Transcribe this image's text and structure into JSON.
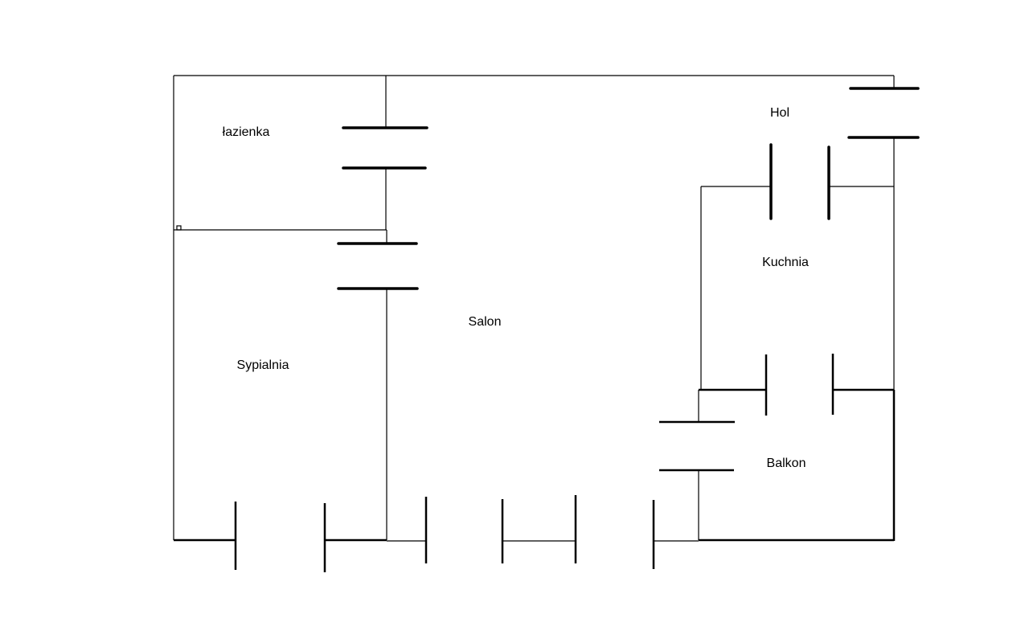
{
  "floor_plan": {
    "rooms": {
      "bathroom": "łazienka",
      "hall": "Hol",
      "kitchen": "Kuchnia",
      "living_room": "Salon",
      "bedroom": "Sypialnia",
      "balcony": "Balkon"
    }
  }
}
